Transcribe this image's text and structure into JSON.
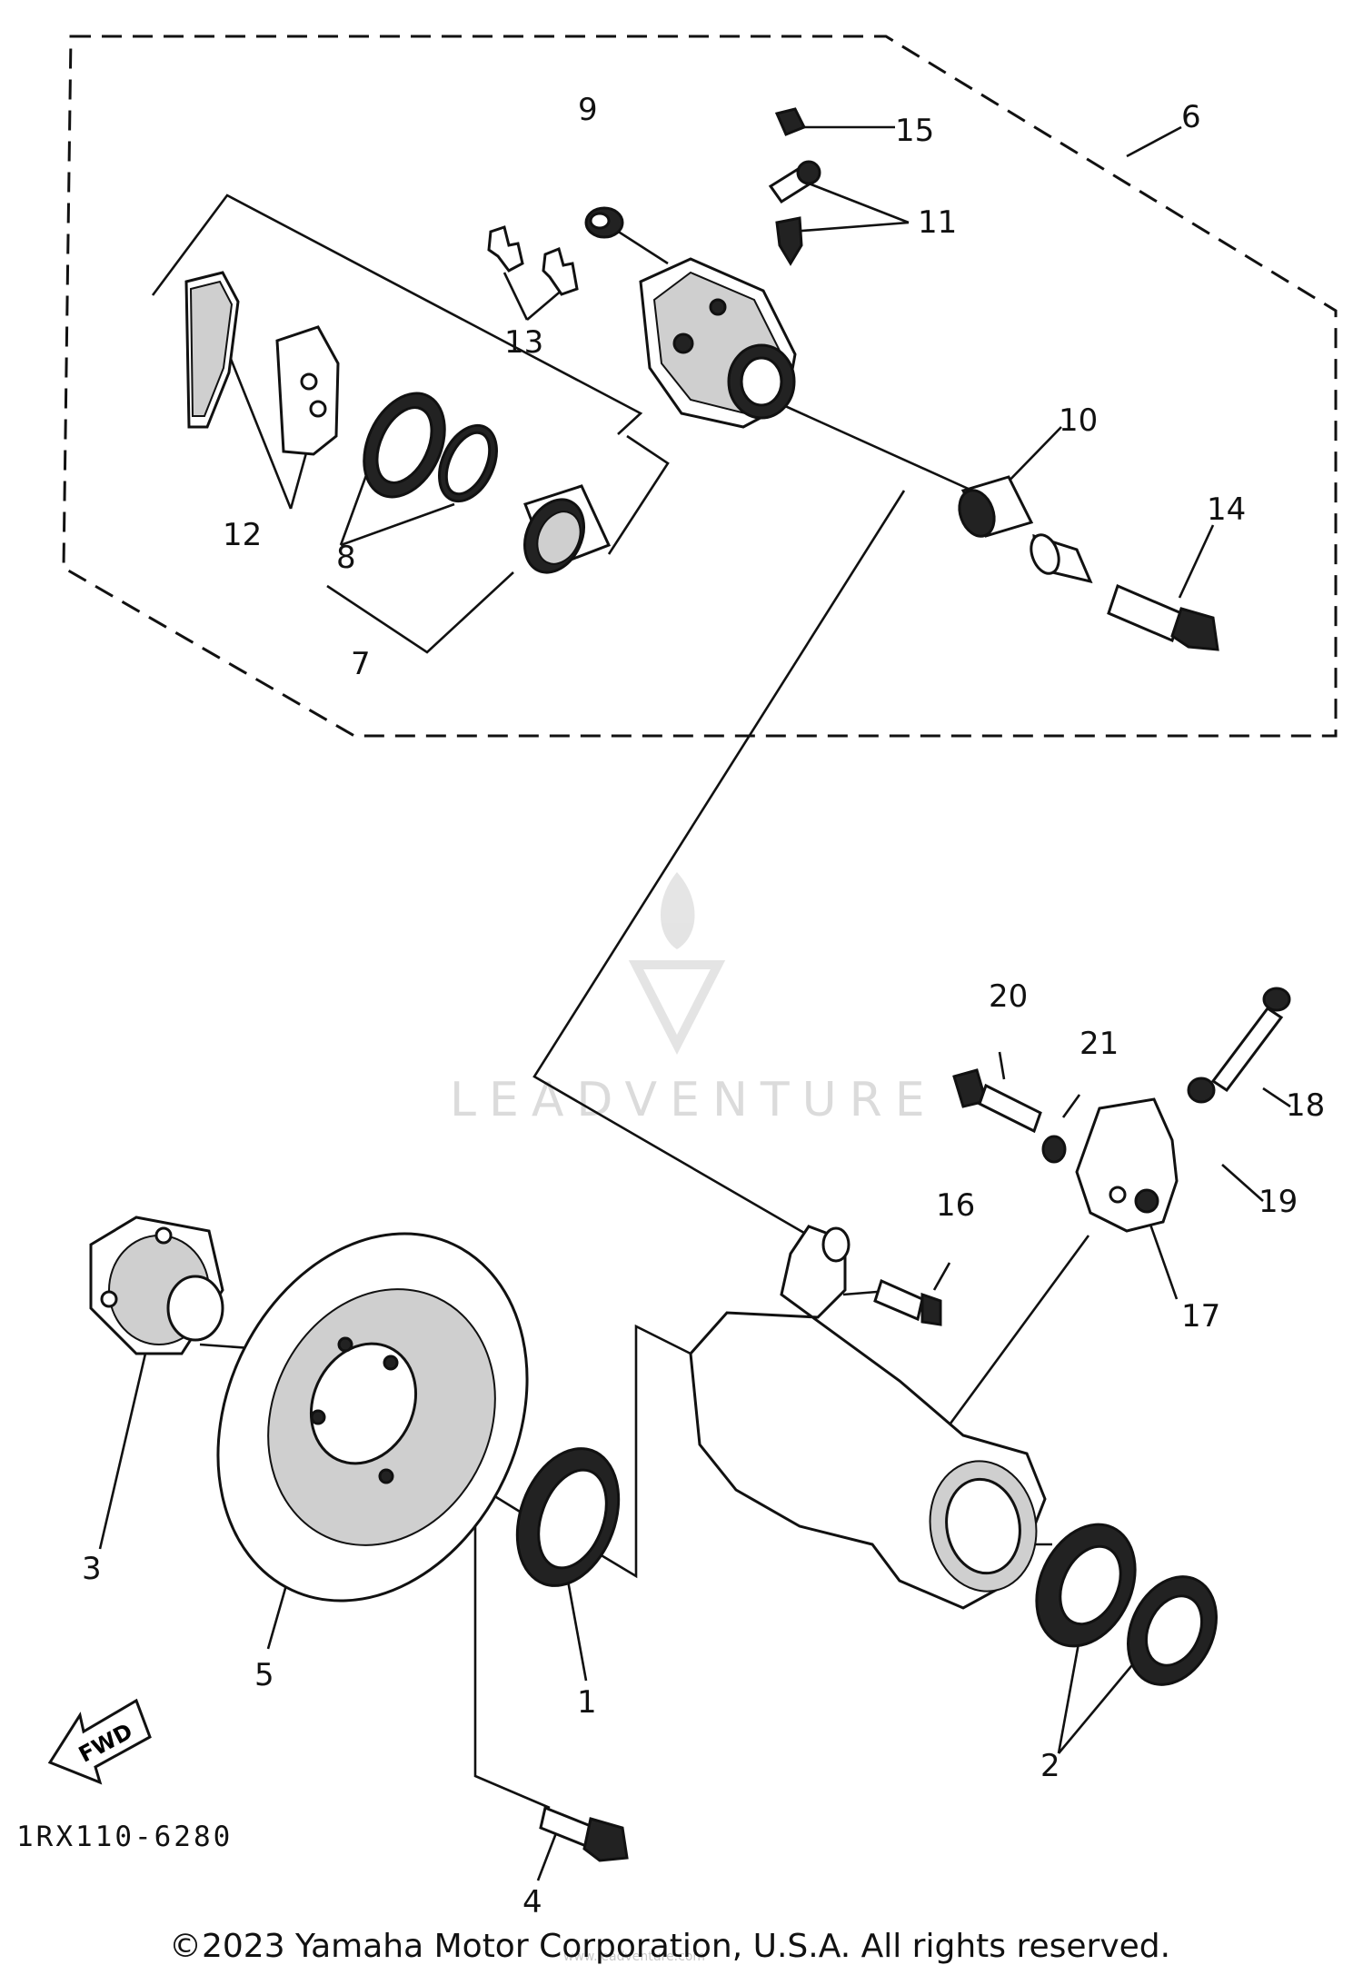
{
  "diagram": {
    "code": "1RX110-6280",
    "copyright": "©2023 Yamaha Motor Corporation, U.S.A. All rights reserved.",
    "direction_label": "FWD",
    "watermark": {
      "brand": "LEADVENTURE",
      "url": "www.leadventure.com"
    },
    "callouts": [
      "1",
      "2",
      "3",
      "4",
      "5",
      "6",
      "7",
      "8",
      "9",
      "10",
      "11",
      "12",
      "13",
      "14",
      "15",
      "16",
      "17",
      "18",
      "19",
      "20",
      "21"
    ]
  }
}
